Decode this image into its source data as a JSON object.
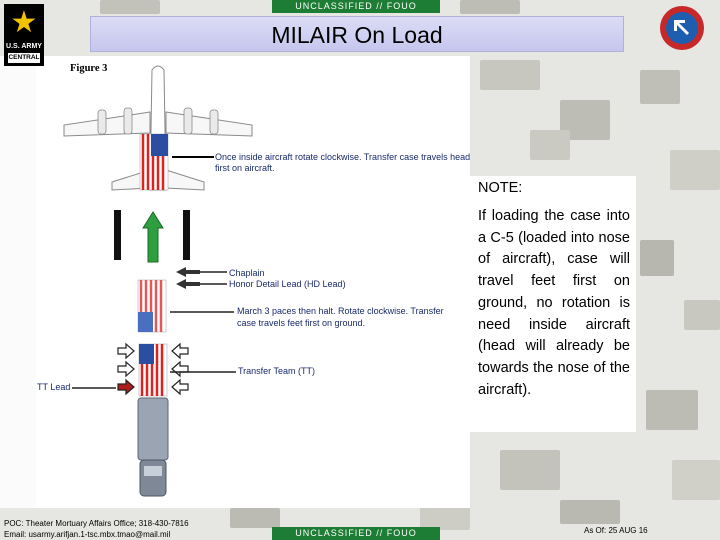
{
  "classification": {
    "top": "UNCLASSIFIED // FOUO",
    "bottom": "UNCLASSIFIED // FOUO"
  },
  "title": "MILAIR On Load",
  "logo": {
    "line1": "U.S. ARMY",
    "line2": "CENTRAL"
  },
  "figure": {
    "label": "Figure 3",
    "labels": {
      "rotate_line1": "Once inside aircraft rotate clockwise. Transfer case travels head",
      "rotate_line2": "first on aircraft.",
      "chaplain": "Chaplain",
      "hd_lead": "Honor Detail Lead (HD Lead)",
      "march_line1": "March 3 paces then halt.  Rotate clockwise.  Transfer",
      "march_line2": "case travels feet first on ground.",
      "transfer_team": "Transfer Team (TT)",
      "tt_lead": "TT Lead"
    }
  },
  "note": {
    "title": "NOTE:",
    "text": "If loading the case into a C-5 (loaded into nose of aircraft), case will travel feet first on ground, no rotation is need inside aircraft (head will already be towards the nose of the aircraft)."
  },
  "footer": {
    "poc_line1": "POC: Theater Mortuary Affairs Office; 318-430-7816",
    "poc_line2": "Email: usarmy.arifjan.1-tsc.mbx.tmao@mail.mil",
    "as_of": "As Of:  25 AUG 16"
  },
  "colors": {
    "classification_green": "#1e7d34",
    "title_bar": "#c6c6ee",
    "arrow_green": "#2e9e3e",
    "arrow_red": "#b01c1c"
  }
}
